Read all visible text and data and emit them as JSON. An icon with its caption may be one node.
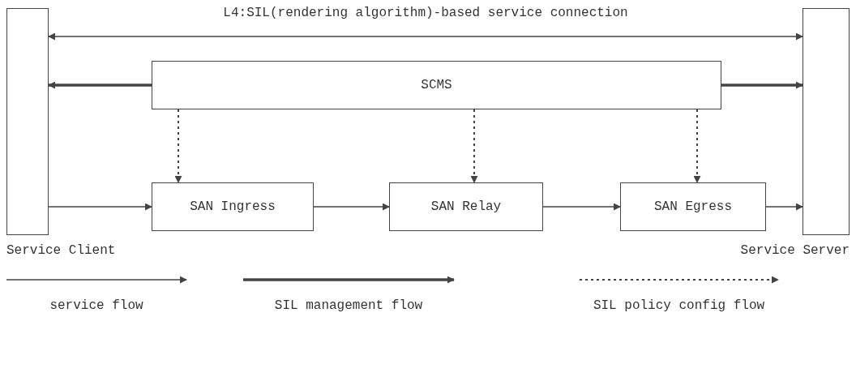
{
  "diagram": {
    "nodes": [
      {
        "text": [
          "Service Client"
        ]
      },
      {
        "text": [
          "Service Server"
        ]
      },
      {
        "text": [
          "SCMS"
        ]
      },
      {
        "text": [
          "SAN Ingress"
        ]
      },
      {
        "text": [
          "SAN Relay"
        ]
      },
      {
        "text": [
          "SAN Egress"
        ]
      }
    ],
    "edges": [
      {
        "from": 0,
        "to": 1,
        "arrow": "both",
        "label": "L4:SIL(rendering algorithm)-based service connection"
      },
      {
        "from": 2,
        "to": 0,
        "arrow": "to",
        "style": "thick"
      },
      {
        "from": 2,
        "to": 1,
        "arrow": "to",
        "style": "thick"
      },
      {
        "from": 2,
        "to": 3,
        "arrow": "to",
        "style": "dashed"
      },
      {
        "from": 2,
        "to": 4,
        "arrow": "to",
        "style": "dashed"
      },
      {
        "from": 2,
        "to": 5,
        "arrow": "to",
        "style": "dashed"
      },
      {
        "from": 0,
        "to": 3,
        "arrow": "to"
      },
      {
        "from": 3,
        "to": 4,
        "arrow": "to"
      },
      {
        "from": 4,
        "to": 5,
        "arrow": "to"
      },
      {
        "from": 5,
        "to": 1,
        "arrow": "to"
      }
    ],
    "legend": [
      {
        "text": "service flow"
      },
      {
        "text": "SIL management flow"
      },
      {
        "text": "SIL policy config flow"
      }
    ]
  }
}
